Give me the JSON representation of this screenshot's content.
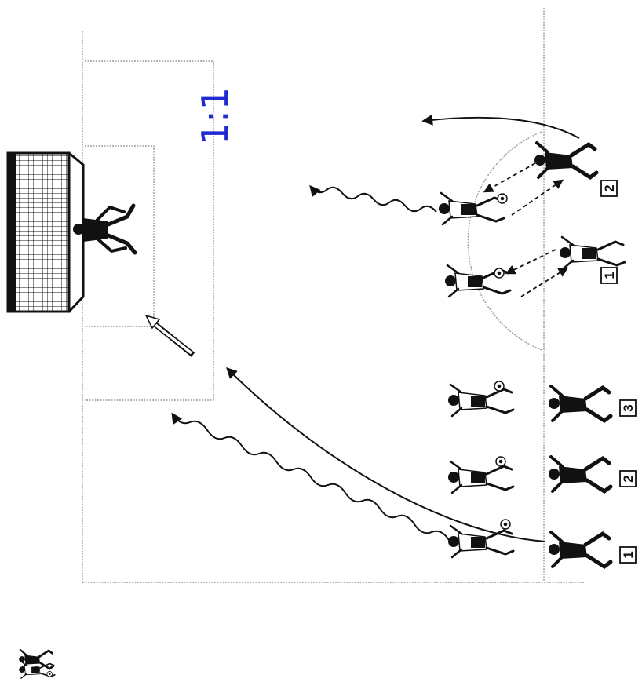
{
  "diagram": {
    "handwritten_note": "1:1",
    "start_cone_labels": [
      "1",
      "2",
      "3"
    ],
    "circle_group_labels": [
      "1",
      "2"
    ],
    "colors": {
      "ink": "#111111",
      "field_lines": "#9a9a9a",
      "handwriting": "#1f2bd0"
    },
    "icons": [
      "goal-net-icon",
      "goalkeeper-icon",
      "player-icon",
      "ball-icon"
    ]
  }
}
